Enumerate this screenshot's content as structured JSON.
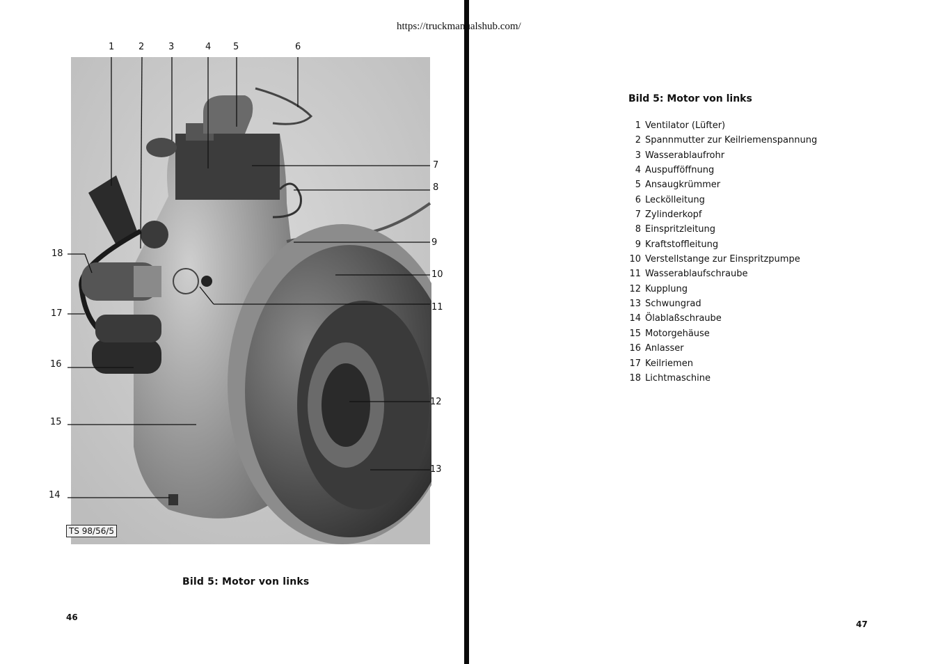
{
  "header": {
    "url": "https://truckmanualshub.com/"
  },
  "left_page": {
    "page_number": "46",
    "caption": "Bild 5: Motor von links",
    "stamp": "TS 98/56/5",
    "callouts_top": [
      "1",
      "2",
      "3",
      "4",
      "5",
      "6"
    ],
    "callouts_right": [
      "7",
      "8",
      "9",
      "10",
      "11",
      "12",
      "13"
    ],
    "callouts_left": [
      "18",
      "17",
      "16",
      "15",
      "14"
    ]
  },
  "right_page": {
    "page_number": "47",
    "title": "Bild 5: Motor von links",
    "legend": [
      {
        "num": "1",
        "label": "Ventilator (Lüfter)"
      },
      {
        "num": "2",
        "label": "Spannmutter zur Keilriemenspannung"
      },
      {
        "num": "3",
        "label": "Wasserablaufrohr"
      },
      {
        "num": "4",
        "label": "Auspufföffnung"
      },
      {
        "num": "5",
        "label": "Ansaugkrümmer"
      },
      {
        "num": "6",
        "label": "Leckölleitung"
      },
      {
        "num": "7",
        "label": "Zylinderkopf"
      },
      {
        "num": "8",
        "label": "Einspritzleitung"
      },
      {
        "num": "9",
        "label": "Kraftstoffleitung"
      },
      {
        "num": "10",
        "label": "Verstellstange zur Einspritzpumpe"
      },
      {
        "num": "11",
        "label": "Wasserablaufschraube"
      },
      {
        "num": "12",
        "label": "Kupplung"
      },
      {
        "num": "13",
        "label": "Schwungrad"
      },
      {
        "num": "14",
        "label": "Ölablaßschraube"
      },
      {
        "num": "15",
        "label": "Motorgehäuse"
      },
      {
        "num": "16",
        "label": "Anlasser"
      },
      {
        "num": "17",
        "label": "Keilriemen"
      },
      {
        "num": "18",
        "label": "Lichtmaschine"
      }
    ]
  }
}
